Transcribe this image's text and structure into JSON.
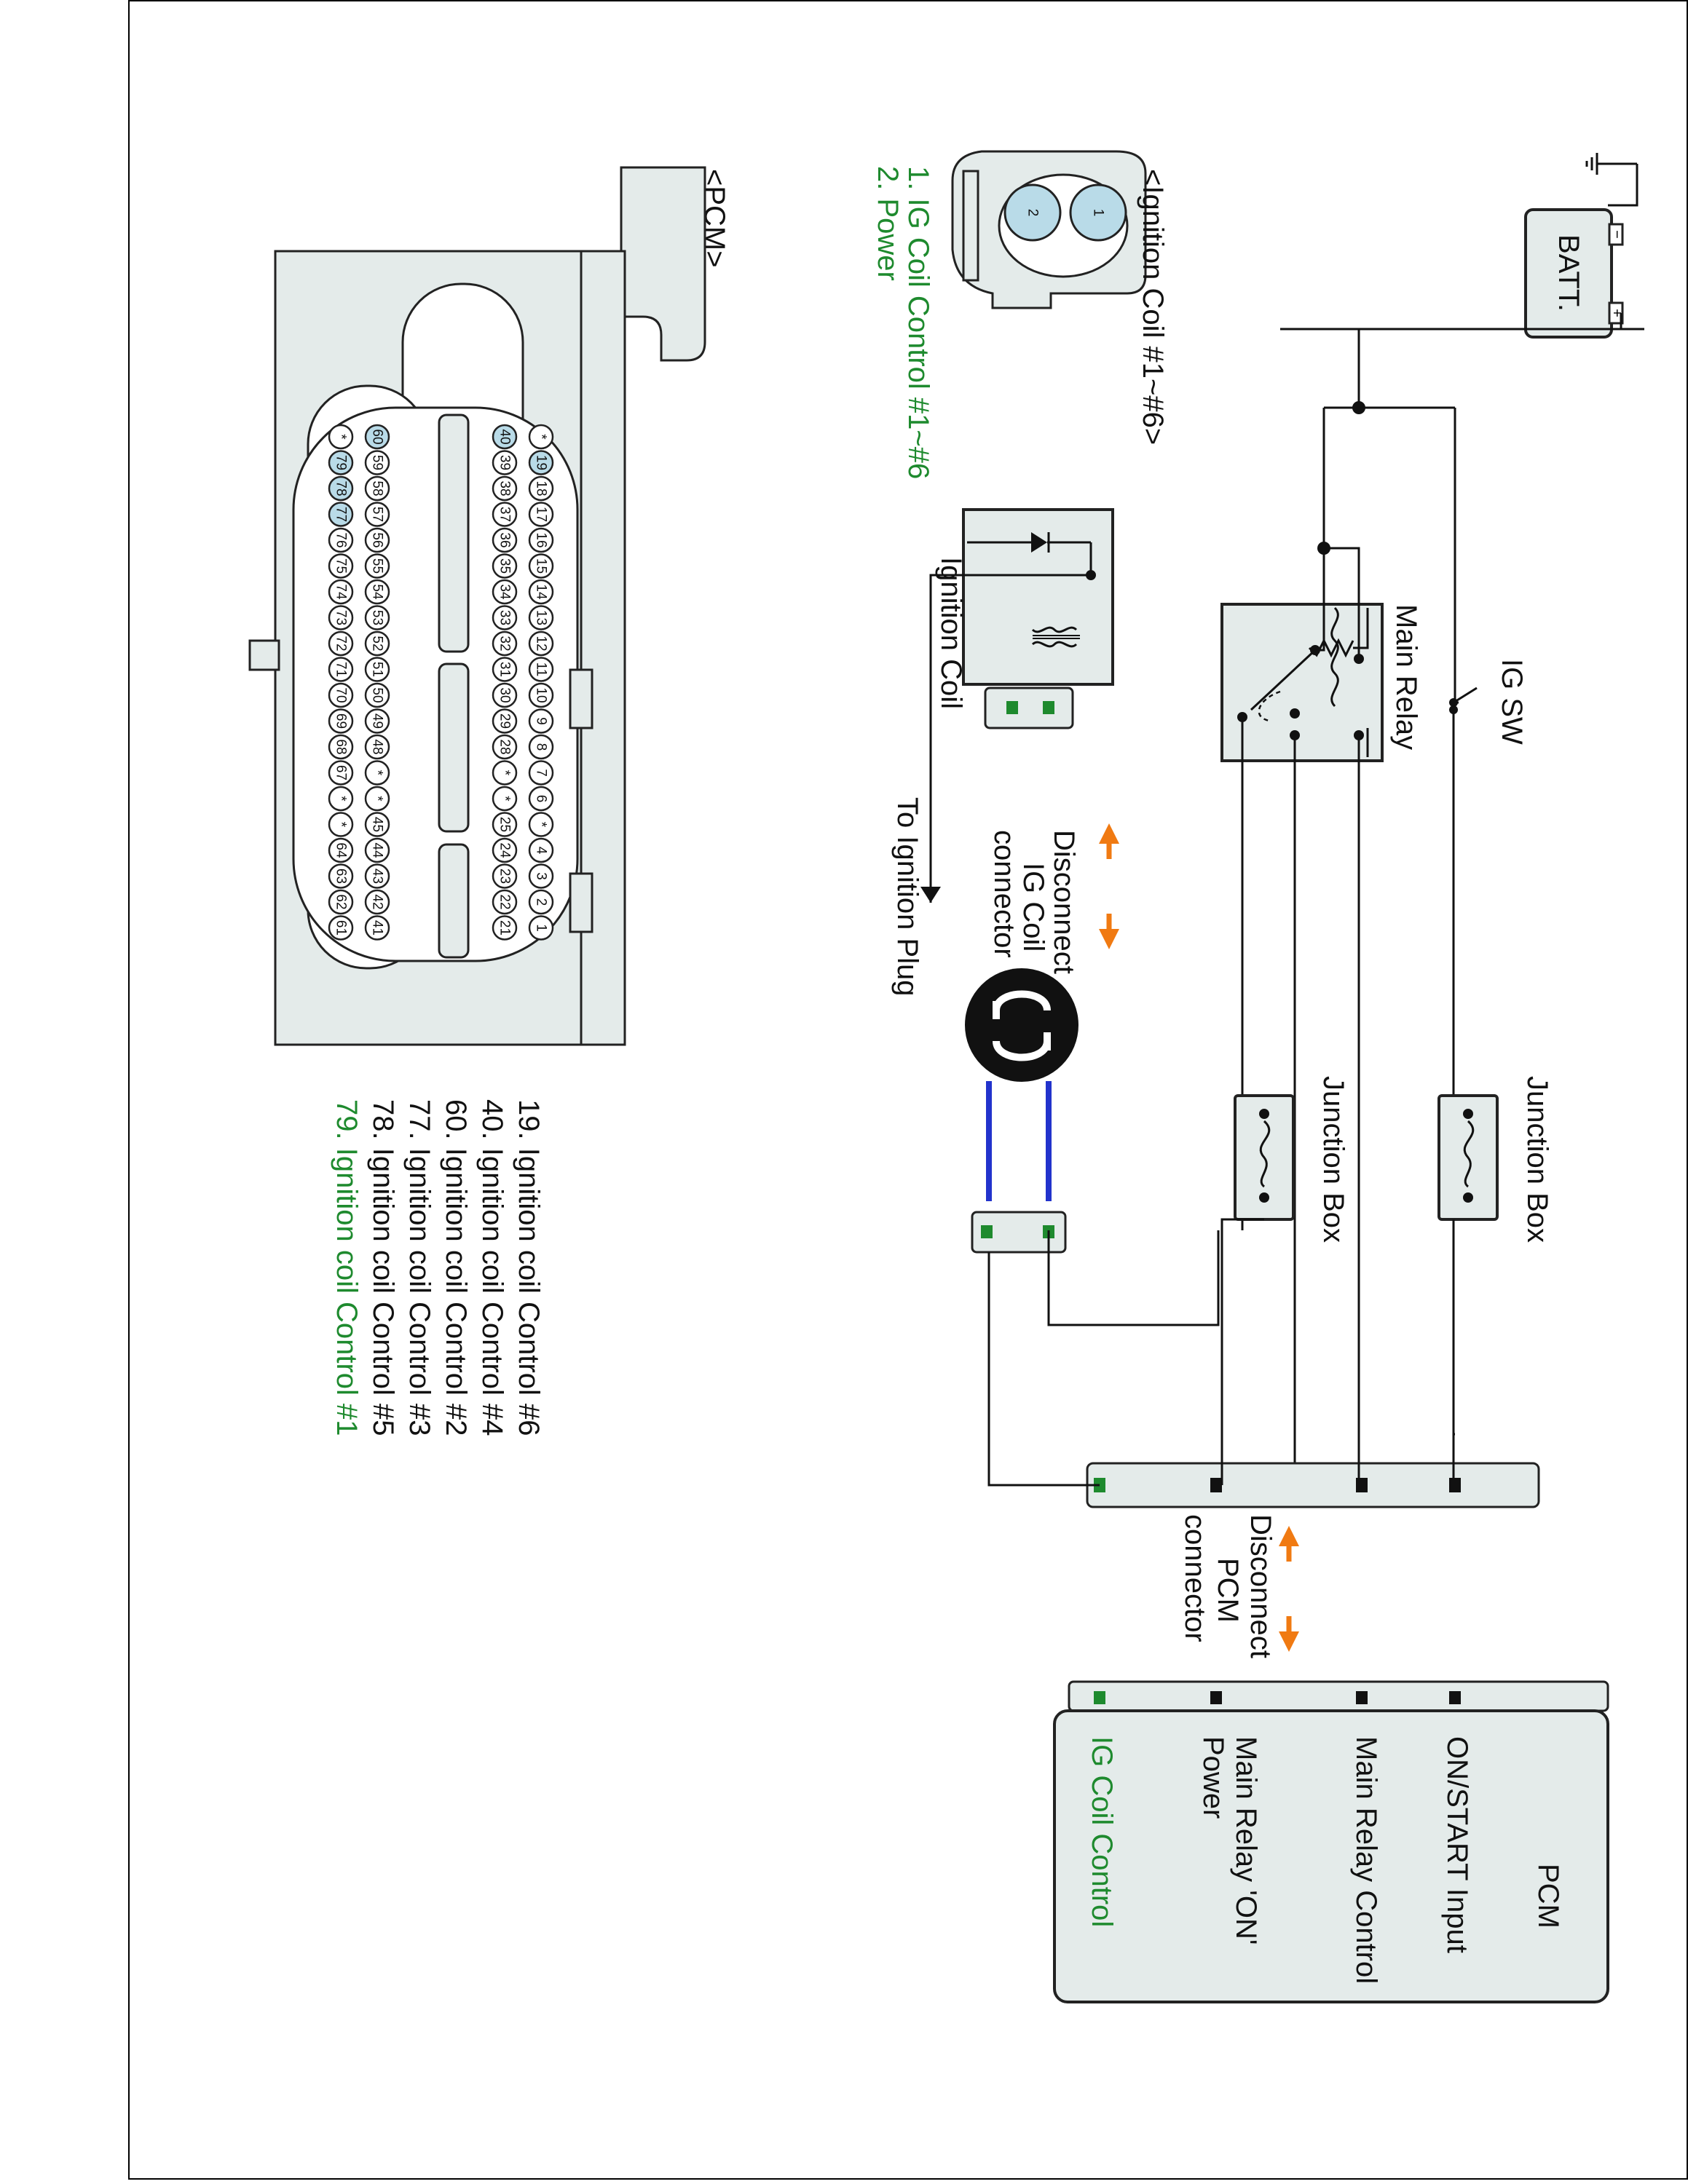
{
  "circuit": {
    "battery": "BATT.",
    "ig_switch": "IG SW",
    "main_relay": "Main Relay",
    "junction_box_1": "Junction Box",
    "junction_box_2": "Junction Box",
    "ignition_coil": "Ignition Coil",
    "to_plug": "To Ignition Plug",
    "disconnect_ig": [
      "Disconnect",
      "IG Coil",
      "connector"
    ],
    "disconnect_pcm": [
      "Disconnect",
      "PCM",
      "connector"
    ],
    "pcm": {
      "title": "PCM",
      "terminals": [
        "ON/START Input",
        "Main Relay Control",
        "Main Relay 'ON'",
        "Power",
        "IG Coil Control"
      ]
    }
  },
  "ignition_coil_connector": {
    "title": "<Ignition Coil #1~#6>",
    "pins": [
      "1",
      "2"
    ],
    "pin_list": [
      "1. IG Coil  Control #1~#6",
      "2. Power"
    ]
  },
  "pcm_connector": {
    "title": "<PCM>",
    "rows": [
      [
        "*",
        "19",
        "18",
        "17",
        "16",
        "15",
        "14",
        "13",
        "12",
        "11",
        "10",
        "9",
        "8",
        "7",
        "6",
        "*",
        "4",
        "3",
        "2",
        "1"
      ],
      [
        "40",
        "39",
        "38",
        "37",
        "36",
        "35",
        "34",
        "33",
        "32",
        "31",
        "30",
        "29",
        "28",
        "*",
        "*",
        "25",
        "24",
        "23",
        "22",
        "21"
      ],
      [
        "60",
        "59",
        "58",
        "57",
        "56",
        "55",
        "54",
        "53",
        "52",
        "51",
        "50",
        "49",
        "48",
        "*",
        "*",
        "45",
        "44",
        "43",
        "42",
        "41"
      ],
      [
        "*",
        "79",
        "78",
        "77",
        "76",
        "75",
        "74",
        "73",
        "72",
        "71",
        "70",
        "69",
        "68",
        "67",
        "*",
        "*",
        "64",
        "63",
        "62",
        "61"
      ]
    ],
    "highlighted_pins": [
      "19",
      "40",
      "60",
      "79",
      "78",
      "77"
    ],
    "pin_list": [
      "19. Ignition coil Control #6",
      "40. Ignition coil Control #4",
      "60. Ignition coil Control #2",
      "77. Ignition coil Control #3",
      "78. Ignition coil Control #5",
      "79. Ignition coil Control #1"
    ]
  },
  "colors": {
    "accent_text": "#1e8a2e",
    "arrow": "#f07a12",
    "highlight_pin": "#b9dbe8",
    "wire_blue": "#2233cc"
  }
}
